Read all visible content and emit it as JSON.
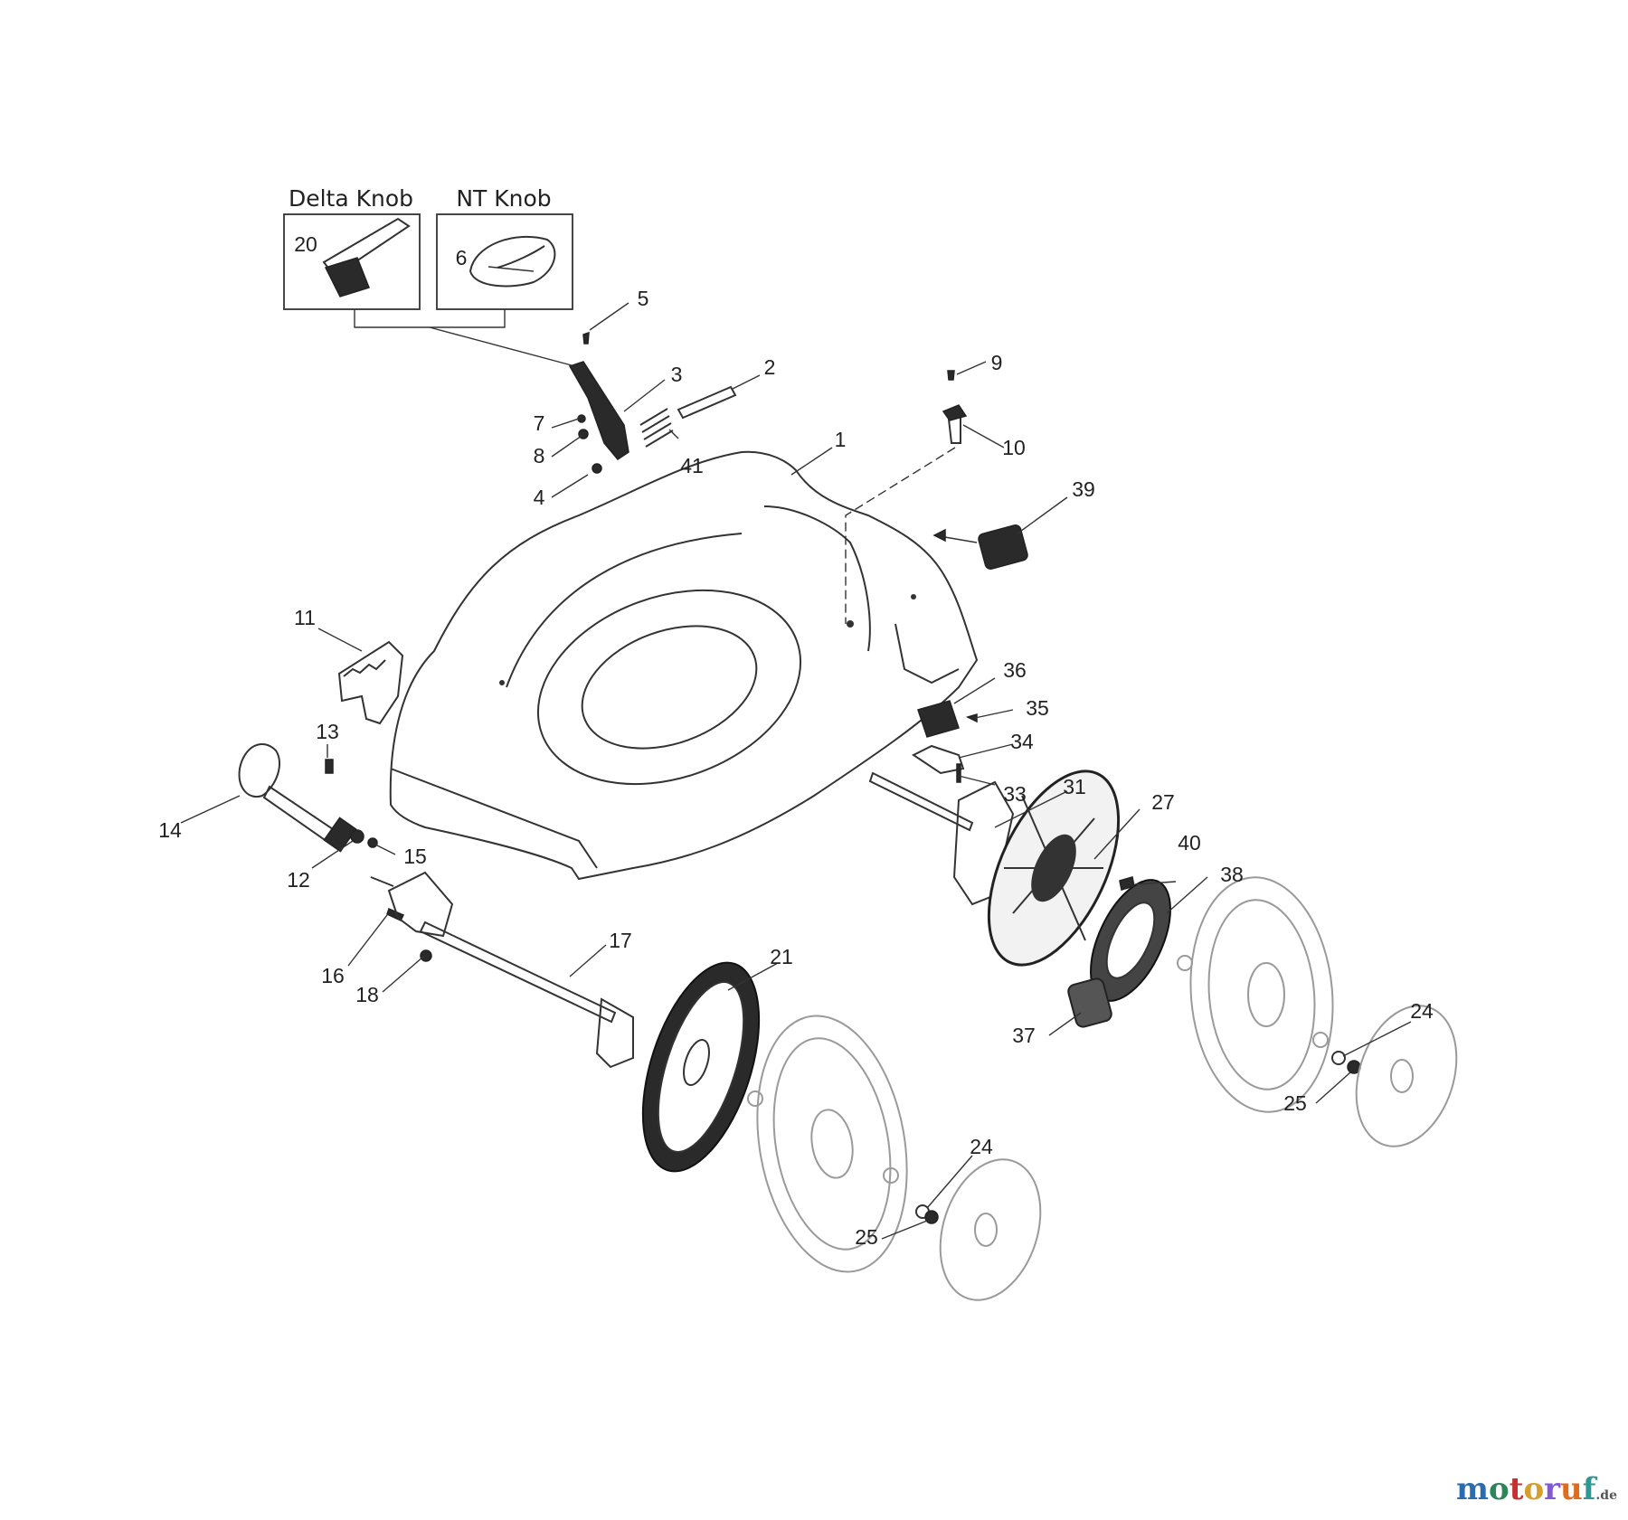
{
  "boxes": {
    "delta_knob": "Delta Knob",
    "nt_knob": "NT Knob"
  },
  "labels": {
    "p1": "1",
    "p2": "2",
    "p3": "3",
    "p4": "4",
    "p5": "5",
    "p6": "6",
    "p7": "7",
    "p8": "8",
    "p9": "9",
    "p10": "10",
    "p11": "11",
    "p12": "12",
    "p13": "13",
    "p14": "14",
    "p15": "15",
    "p16": "16",
    "p17": "17",
    "p18": "18",
    "p20": "20",
    "p21": "21",
    "p24a": "24",
    "p25a": "25",
    "p24b": "24",
    "p25b": "25",
    "p27": "27",
    "p31": "31",
    "p33": "33",
    "p34": "34",
    "p35": "35",
    "p36": "36",
    "p37": "37",
    "p38": "38",
    "p39": "39",
    "p40": "40",
    "p41": "41"
  },
  "watermark": {
    "letters": [
      "m",
      "o",
      "t",
      "o",
      "r",
      "u",
      "f"
    ],
    "colors": [
      "#2b6cb0",
      "#2f855a",
      "#c53030",
      "#d69e2e",
      "#805ad5",
      "#dd6b20",
      "#319795"
    ],
    "suffix": ".de"
  }
}
